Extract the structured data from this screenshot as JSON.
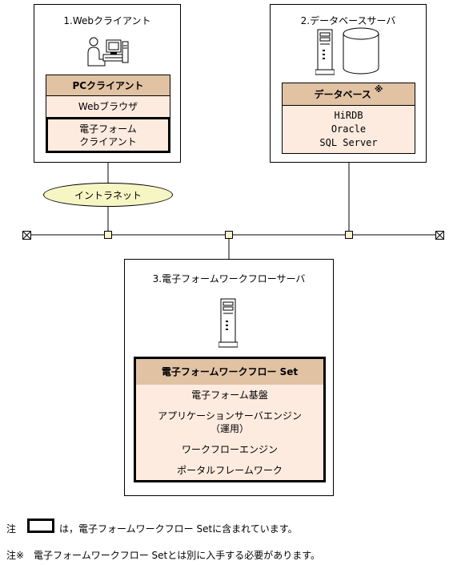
{
  "client": {
    "title": "1.Webクライアント",
    "header": "PCクライアント",
    "browser": "Webブラウザ",
    "eform_line1": "電子フォーム",
    "eform_line2": "クライアント"
  },
  "dbserver": {
    "title": "2.データベースサーバ",
    "header": "データベース",
    "header_mark": "※",
    "products": [
      "HiRDB",
      "Oracle",
      "SQL Server"
    ]
  },
  "network": {
    "label": "イントラネット"
  },
  "wfserver": {
    "title": "3.電子フォームワークフローサーバ",
    "header": "電子フォームワークフロー Set",
    "rows": [
      "電子フォーム基盤",
      "アプリケーションサーバエンジン",
      "（運用）",
      "ワークフローエンジン",
      "ポータルフレームワーク"
    ]
  },
  "notes": {
    "note1_prefix": "注",
    "note1_text": "は，電子フォームワークフロー Setに含まれています。",
    "note2": "注※　電子フォームワークフロー Setとは別に入手する必要があります。"
  },
  "colors": {
    "header_fill": "#e1c2a3",
    "light_fill": "#fdebdf",
    "node_fill": "#fbf3cf",
    "cloud_fill": "#f6f6c4"
  }
}
